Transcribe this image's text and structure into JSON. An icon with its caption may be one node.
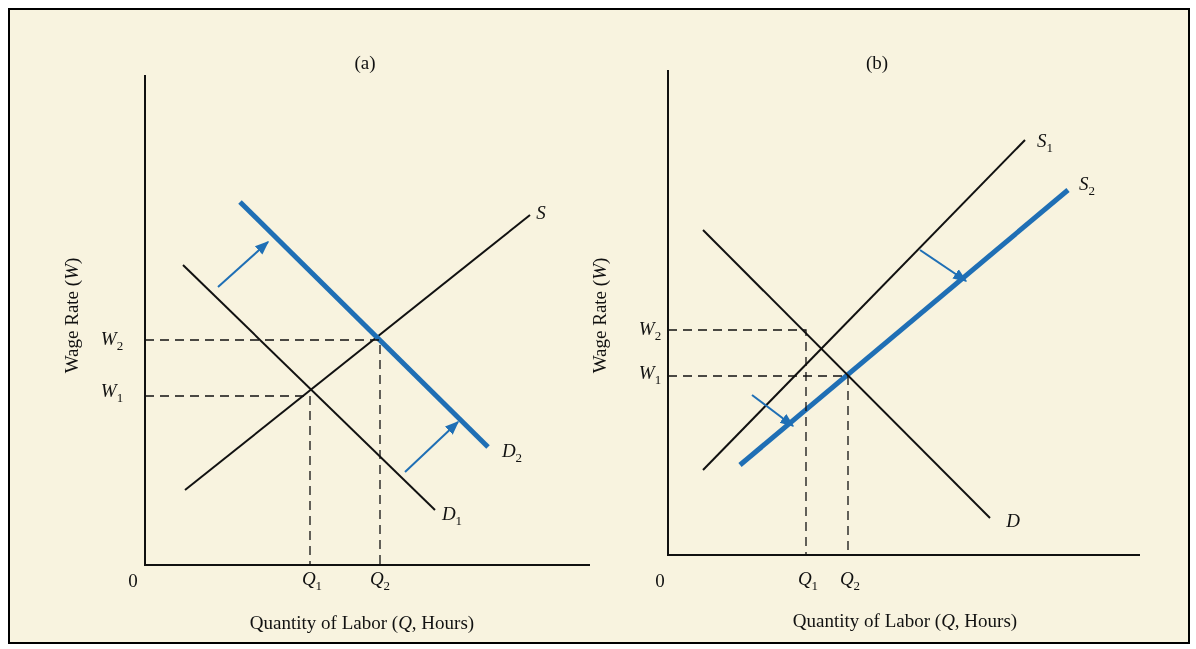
{
  "diagram": {
    "labels": [
      "(a)",
      "Wage Rate (*W*)",
      "*W*$_{2}$",
      "*W*$_{1}$",
      "*S*",
      "*D*$_{2}$",
      "*D*$_{1}$",
      "0",
      "*Q*$_{1}$",
      "*Q*$_{2}$",
      "Quantity of Labor (*Q*, Hours)",
      "(b)",
      "*S*$_{1}$",
      "*S*$_{2}$",
      "Wage Rate (*W*)",
      "*W*$_{2}$",
      "*W*$_{1}$",
      "*D*",
      "0",
      "*Q*$_{1}$",
      "*Q*$_{2}$",
      "Quantity of Labor (*Q*, Hours)"
    ]
  }
}
